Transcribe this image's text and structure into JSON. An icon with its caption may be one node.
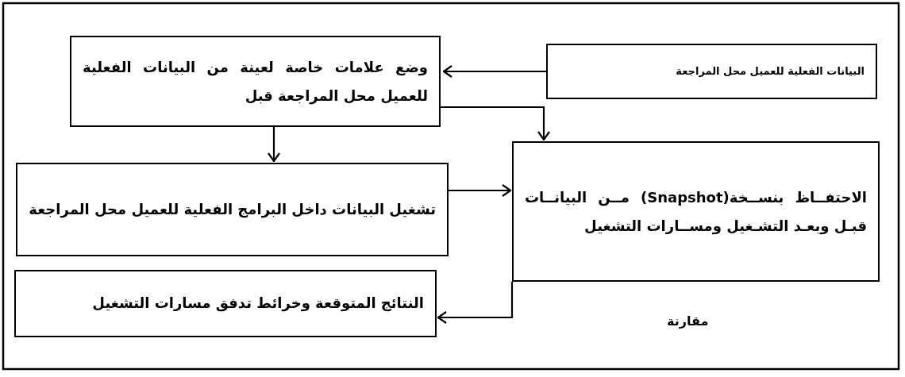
{
  "diagram": {
    "nodes": [
      {
        "text": [
          "البيانات الفعلية للعميل محل المراجعة"
        ]
      },
      {
        "text": [
          "وضع علامات خاصة لعينة من البيانات الفعلية للعميل محل المراجعة قبل"
        ]
      },
      {
        "text": [
          "تشغيل البيانات داخل البرامج الفعلية للعميل محل المراجعة"
        ]
      },
      {
        "text": [
          "الاحتفــاظ بنســخة(Snapshot) مــن البيانــات قبـل وبعـد التشـغيل ومســارات التشغيل"
        ]
      },
      {
        "text": [
          "النتائج المتوقعة وخرائط تدفق مسارات التشغيل"
        ]
      }
    ],
    "edges": [
      {
        "from": 0,
        "to": 1,
        "arrow": "to"
      },
      {
        "from": 1,
        "to": 3,
        "arrow": "to"
      },
      {
        "from": 1,
        "to": 2,
        "arrow": "to"
      },
      {
        "from": 2,
        "to": 3,
        "arrow": "to"
      },
      {
        "from": 3,
        "to": 4,
        "arrow": "to"
      }
    ],
    "labels": [
      "مقارنة"
    ]
  }
}
